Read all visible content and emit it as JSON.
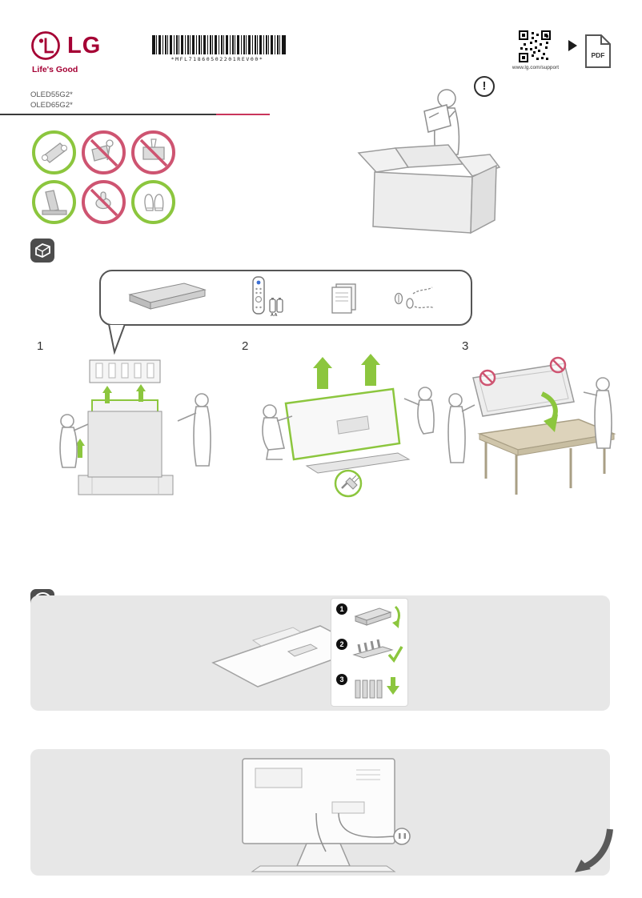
{
  "brand": {
    "logo_text": "LG",
    "tagline": "Life's Good",
    "color": "#A50034"
  },
  "barcode": {
    "text": "*MFL71860502201REV00*"
  },
  "support": {
    "url": "www.lg.com/support",
    "pdf_label": "PDF"
  },
  "models": [
    "OLED55G2*",
    "OLED65G2*"
  ],
  "marks": {
    "exclamation": "!"
  },
  "steps": [
    {
      "number": "1"
    },
    {
      "number": "2"
    },
    {
      "number": "3"
    }
  ],
  "accessories": {
    "battery_label": "AA"
  },
  "inset": {
    "steps": [
      {
        "num": "1"
      },
      {
        "num": "2"
      },
      {
        "num": "3"
      }
    ]
  },
  "colors": {
    "ok_green": "#8CC63E",
    "warn_red": "#CE5471",
    "icon_dark": "#4D4D4D",
    "panel_gray": "#E7E7E7",
    "table_tan": "#D9CFBA",
    "brand_red": "#A50034",
    "divider_pink": "#C9355B"
  }
}
